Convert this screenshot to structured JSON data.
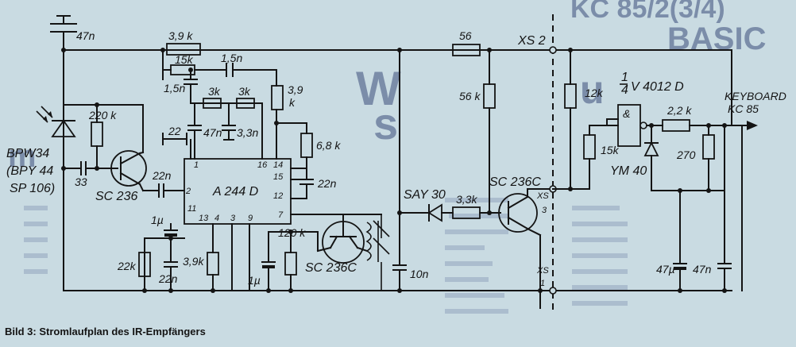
{
  "caption": "Bild 3: Stromlaufplan des IR-Empfängers",
  "background_text": {
    "heading_kc": "KC 85/2(3/4)",
    "heading_basic": "BASIC",
    "heading_w": "W",
    "heading_u": "u",
    "heading_s": "s",
    "heading_m": "m"
  },
  "components": {
    "c_47n_top": "47n",
    "r_3k9_top": "3,9 k",
    "r_15k": "15k",
    "c_1n5_a": "1,5n",
    "c_1n5_b": "1,5n",
    "r_3k_a": "3k",
    "r_3k_b": "3k",
    "r_3k9_mid": "3,9",
    "r_3k9_mid_unit": "k",
    "c_22_small": "22",
    "c_47n_mid": "47n",
    "c_3n3": "3,3n",
    "r_220k": "220 k",
    "diode_ir": "BPW34",
    "diode_ir_alt1": "(BPY 44",
    "diode_ir_alt2": "SP 106)",
    "c_33": "33",
    "t_sc236": "SC 236",
    "c_22n_in": "22n",
    "ic_name": "A 244 D",
    "r_6k8": "6,8 k",
    "c_22n_out": "22n",
    "c_1u_a": "1µ",
    "r_22k": "22k",
    "r_3k9_low": "3,9k",
    "c_22n_low": "22n",
    "r_120k": "120 k",
    "c_1u_b": "1µ",
    "t_sc236c_b": "SC 236C",
    "c_10n": "10n",
    "d_say30": "SAY 30",
    "r_3k3": "3,3k",
    "t_sc236c_a": "SC 236C",
    "r_56": "56",
    "r_56k": "56 k",
    "xs2": "XS 2",
    "xs3_label": "XS",
    "xs3_pin": "3",
    "xs1_label": "XS",
    "xs1_pin": "1",
    "r_12k": "12k",
    "gate_name": "V 4012 D",
    "gate_frac_n": "1",
    "gate_frac_d": "4",
    "gate_symbol": "&",
    "r_15k_b": "15k",
    "d_ym40": "YM 40",
    "r_2k2": "2,2 k",
    "r_270": "270",
    "keyboard": "KEYBOARD",
    "kc85": "KC 85",
    "c_47u": "47µ",
    "c_47n_out": "47n"
  },
  "ic_pins": {
    "p1": "1",
    "p2": "2",
    "p3": "3",
    "p4": "4",
    "p7": "7",
    "p9": "9",
    "p11": "11",
    "p12": "12",
    "p13": "13",
    "p14": "14",
    "p15": "15",
    "p16": "16"
  }
}
